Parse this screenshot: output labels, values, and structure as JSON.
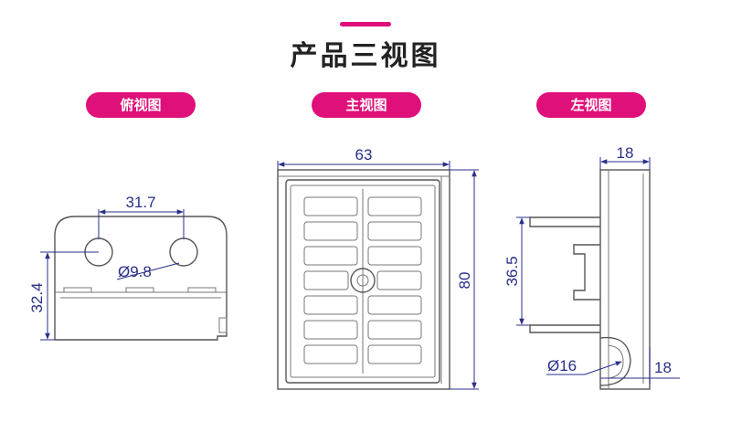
{
  "page": {
    "title": "产品三视图",
    "accent_color": "#e0107a",
    "dimension_color": "#2a2f8a"
  },
  "views": {
    "top": {
      "label": "俯视图",
      "hole_spacing": "31.7",
      "hole_diameter": "Ø9.8",
      "depth": "32.4"
    },
    "front": {
      "label": "主视图",
      "width": "63",
      "height": "80"
    },
    "side": {
      "label": "左视图",
      "thickness": "18",
      "bracket_height": "36.5",
      "knob_diameter": "Ø16",
      "knob_width": "18"
    }
  }
}
